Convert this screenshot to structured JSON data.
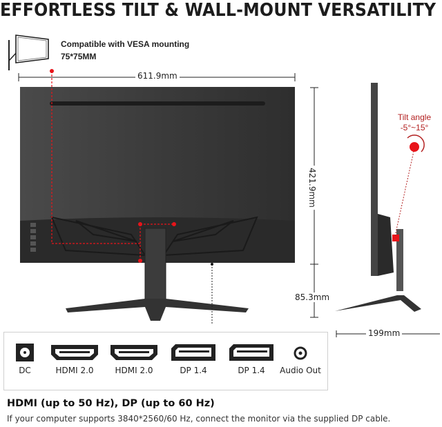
{
  "header": {
    "title": "EFFORTLESS TILT & WALL-MOUNT VERSATILITY"
  },
  "vesa": {
    "line1": "Compatible with VESA mounting",
    "line2": "75*75MM",
    "icon": "wall-mount-icon"
  },
  "dimensions": {
    "width": "611.9mm",
    "height": "421.9mm",
    "stand_height": "85.3mm",
    "depth": "199mm"
  },
  "tilt": {
    "line1": "Tilt angle",
    "line2": "-5°~15°",
    "color": "#b32020",
    "marker_color": "#e8141a"
  },
  "ports": [
    {
      "label": "DC",
      "icon": "dc-power-port-icon"
    },
    {
      "label": "HDMI 2.0",
      "icon": "hdmi-port-icon"
    },
    {
      "label": "HDMI 2.0",
      "icon": "hdmi-port-icon"
    },
    {
      "label": "DP 1.4",
      "icon": "displayport-port-icon"
    },
    {
      "label": "DP 1.4",
      "icon": "displayport-port-icon"
    },
    {
      "label": "Audio Out",
      "icon": "audio-jack-icon"
    }
  ],
  "footer": {
    "heading": "HDMI (up to 50 Hz), DP (up to 60 Hz)",
    "note": "If your computer supports 3840*2560/60 Hz, connect the monitor via the supplied DP cable."
  },
  "colors": {
    "monitor_body": "#3a3a3a",
    "accent_red": "#e8141a"
  }
}
